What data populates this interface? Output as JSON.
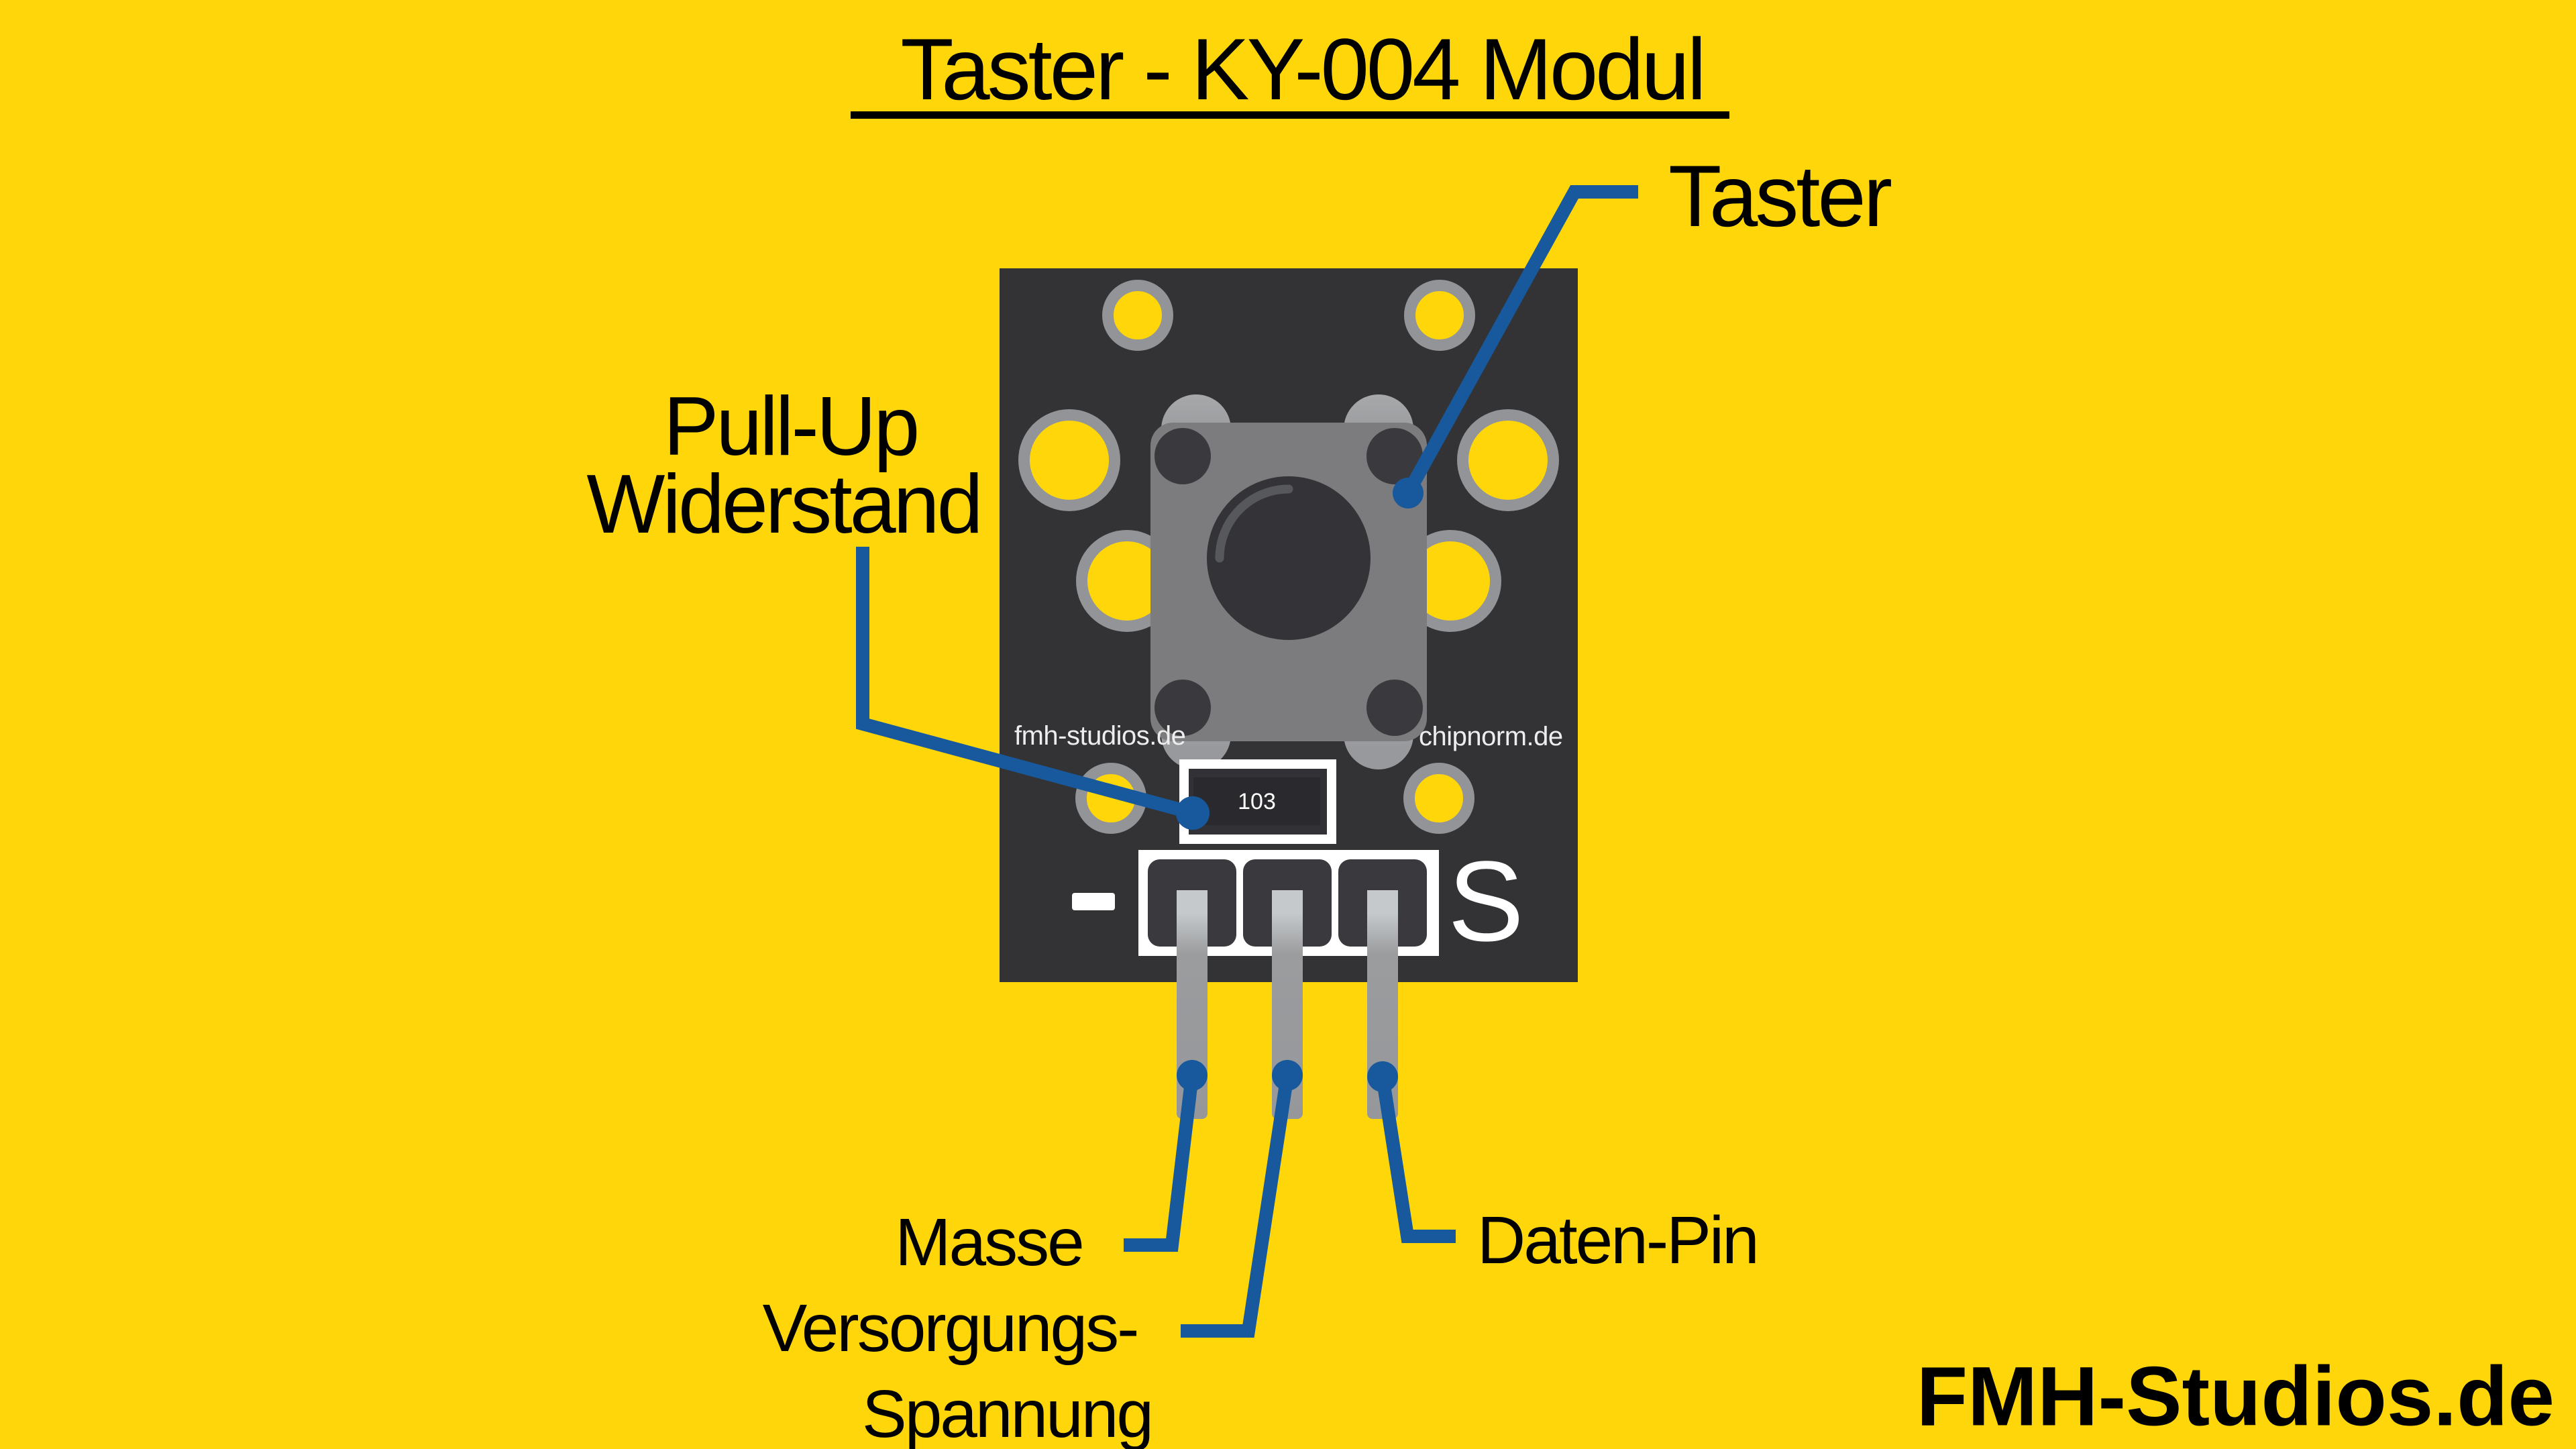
{
  "title": {
    "text": "Taster - KY-004 Modul"
  },
  "branding": {
    "site": "FMH-Studios.de"
  },
  "module": {
    "silkscreen_left": "fmh-studios.de",
    "silkscreen_right": "chipnorm.de",
    "resistor_code": "103",
    "pin_marking_minus": "-",
    "pin_marking_signal": "S"
  },
  "labels": {
    "taster": "Taster",
    "pullup_line1": "Pull-Up",
    "pullup_line2": "Widerstand",
    "masse": "Masse",
    "versorgung_line1": "Versorgungs-",
    "versorgung_line2": "Spannung",
    "daten": "Daten-Pin"
  },
  "colors": {
    "background_yellow": "#FFD60A",
    "line_blue": "#17599C",
    "pcb_dark": "#333336",
    "pad_ring_gray": "#929497",
    "button_body_gray": "#7C7C7E",
    "button_tab_gray": "#98999C",
    "button_leg_dark": "#3A3A3E",
    "button_cap_dark": "#343438",
    "cap_highlight": "#56585C",
    "resistor_body_dark": "#2A2A2E",
    "resistor_cap_light": "#D6D7D8",
    "pin_square_dark": "#3A3A3E",
    "pin_gray": "#9A9C9E",
    "pin_gray_light": "#C6C9CB",
    "text_black": "#000000",
    "text_white": "#FFFFFF"
  }
}
